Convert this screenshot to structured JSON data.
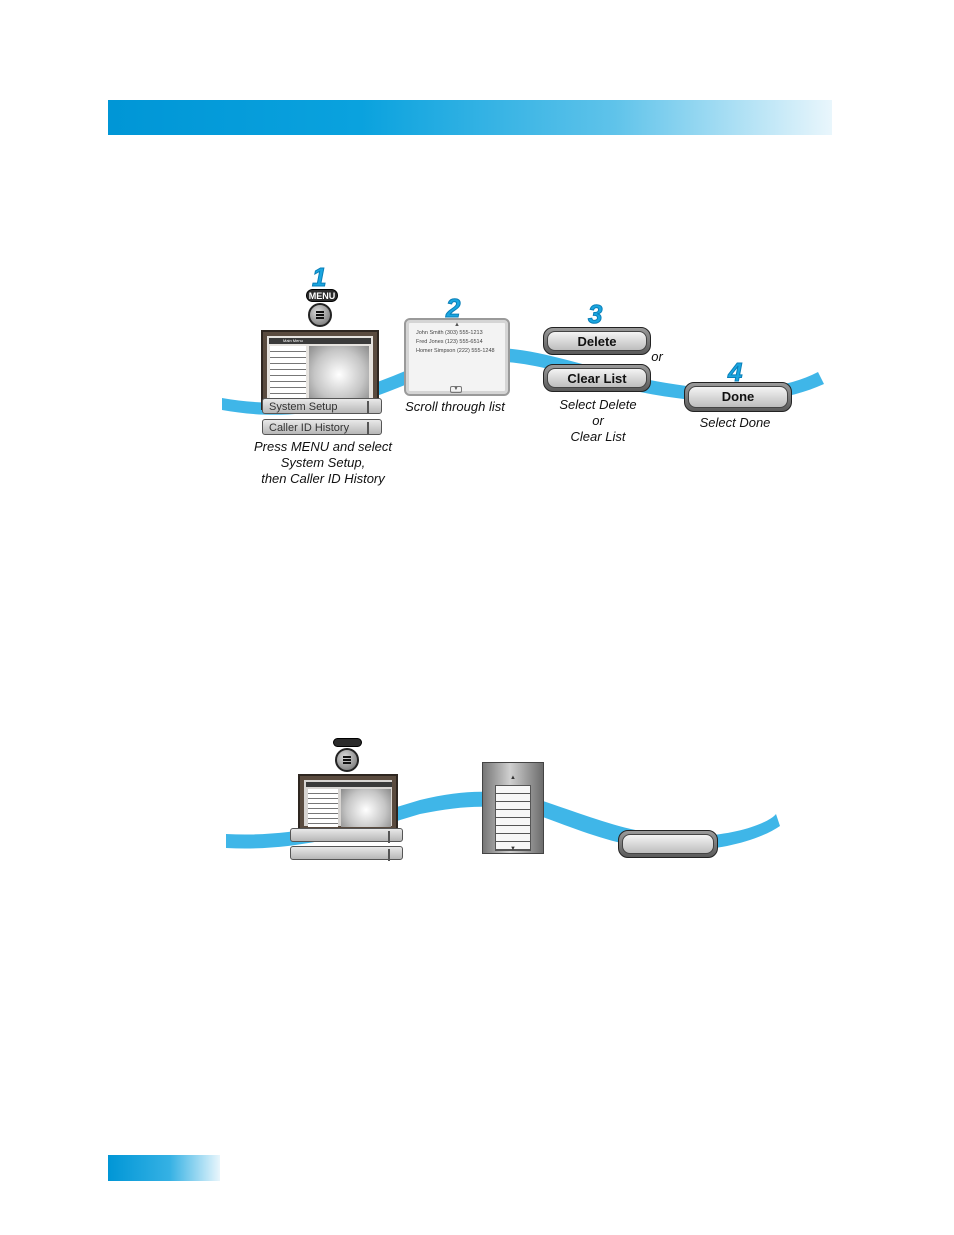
{
  "colors": {
    "accent": "#0096d6",
    "ribbon": "#3fb6e8"
  },
  "step1": {
    "number": "1",
    "menu_label": "MENU",
    "screen_title": "Main Menu",
    "bar1": "System Setup",
    "bar2": "Caller ID History",
    "caption": [
      "Press MENU and select",
      "System Setup,",
      "then Caller ID History"
    ]
  },
  "step2": {
    "number": "2",
    "rows": [
      "John Smith  (303) 555-1213",
      "Fred Jones  (123) 555-6514",
      "Homer Simpson  (222) 555-1248"
    ],
    "caption": "Scroll through list"
  },
  "step3": {
    "number": "3",
    "delete_label": "Delete",
    "or_label": "or",
    "clear_label": "Clear List",
    "caption": [
      "Select Delete",
      "or",
      "Clear List"
    ]
  },
  "step4": {
    "number": "4",
    "done_label": "Done",
    "caption": "Select Done"
  }
}
